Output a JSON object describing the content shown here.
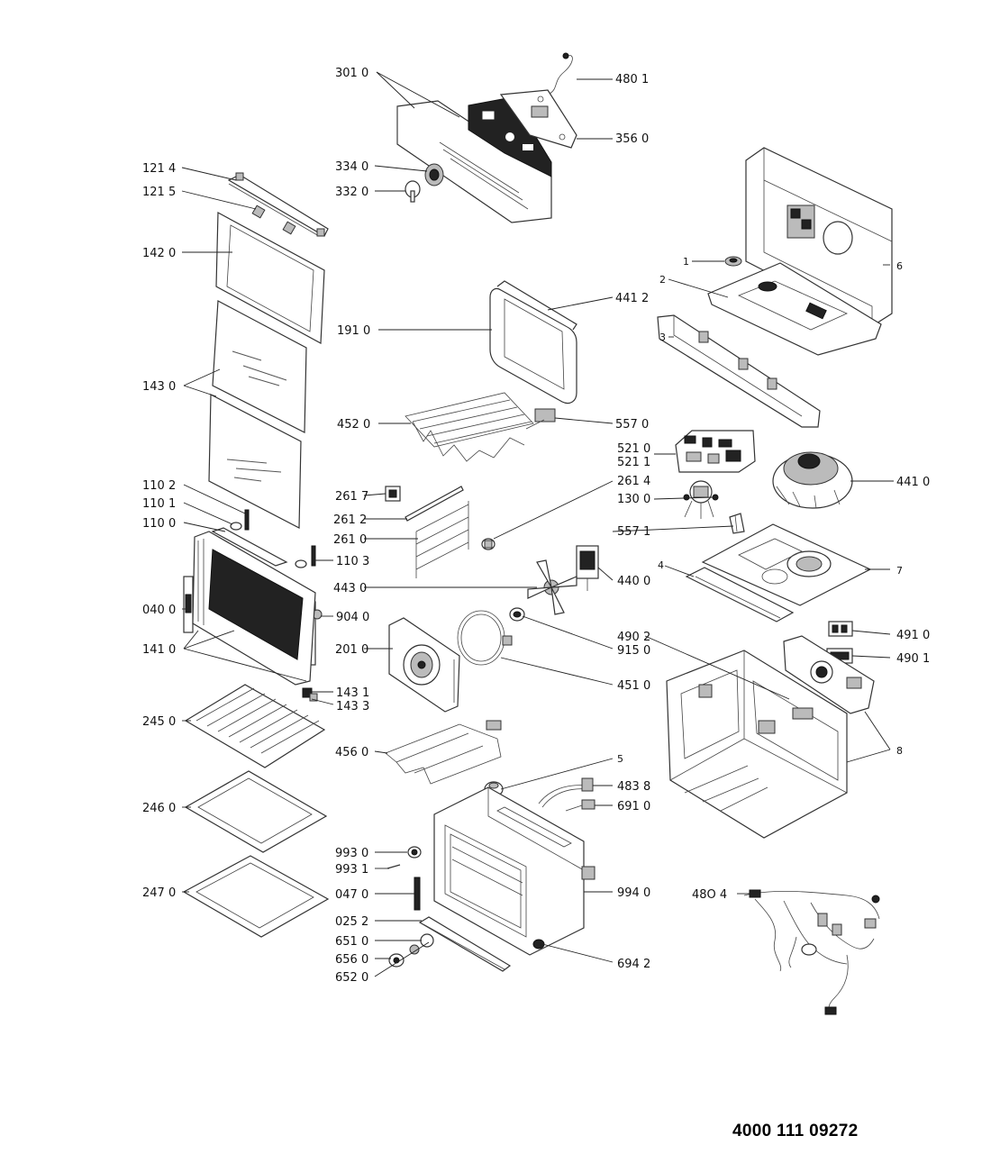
{
  "document": {
    "code": "4000 111 09272"
  },
  "labels": {
    "l301_0": "301 0",
    "l480_1": "480 1",
    "l356_0": "356 0",
    "l334_0": "334 0",
    "l332_0": "332 0",
    "l121_4": "121 4",
    "l121_5": "121 5",
    "l142_0": "142 0",
    "l1": "1",
    "l2": "2",
    "l6": "6",
    "l3": "3",
    "l441_2": "441 2",
    "l191_0": "191 0",
    "l143_0": "143 0",
    "l452_0": "452 0",
    "l557_0": "557 0",
    "l521_0": "521 0",
    "l521_1": "521 1",
    "l110_2": "110 2",
    "l261_7": "261 7",
    "l261_4": "261 4",
    "l441_0": "441 0",
    "l110_1": "110 1",
    "l130_0": "130 0",
    "l261_2": "261 2",
    "l110_0": "110 0",
    "l557_1": "557 1",
    "l261_0": "261 0",
    "l110_3": "110 3",
    "l4": "4",
    "l7": "7",
    "l443_0": "443 0",
    "l440_0": "440 0",
    "l040_0": "040 0",
    "l904_0": "904 0",
    "l490_2": "490 2",
    "l491_0": "491 0",
    "l141_0": "141 0",
    "l201_0": "201 0",
    "l915_0": "915 0",
    "l490_1": "490 1",
    "l451_0": "451 0",
    "l143_1": "143 1",
    "l143_3": "143 3",
    "l245_0": "245 0",
    "l456_0": "456 0",
    "l8": "8",
    "l5": "5",
    "l483_8": "483 8",
    "l246_0": "246 0",
    "l691_0": "691 0",
    "l993_0": "993 0",
    "l993_1": "993 1",
    "l247_0": "247 0",
    "l047_0": "047 0",
    "l994_0": "994 0",
    "l480_4": "48O 4",
    "l025_2": "025 2",
    "l651_0": "651 0",
    "l656_0": "656 0",
    "l694_2": "694 2",
    "l652_0": "652 0"
  }
}
